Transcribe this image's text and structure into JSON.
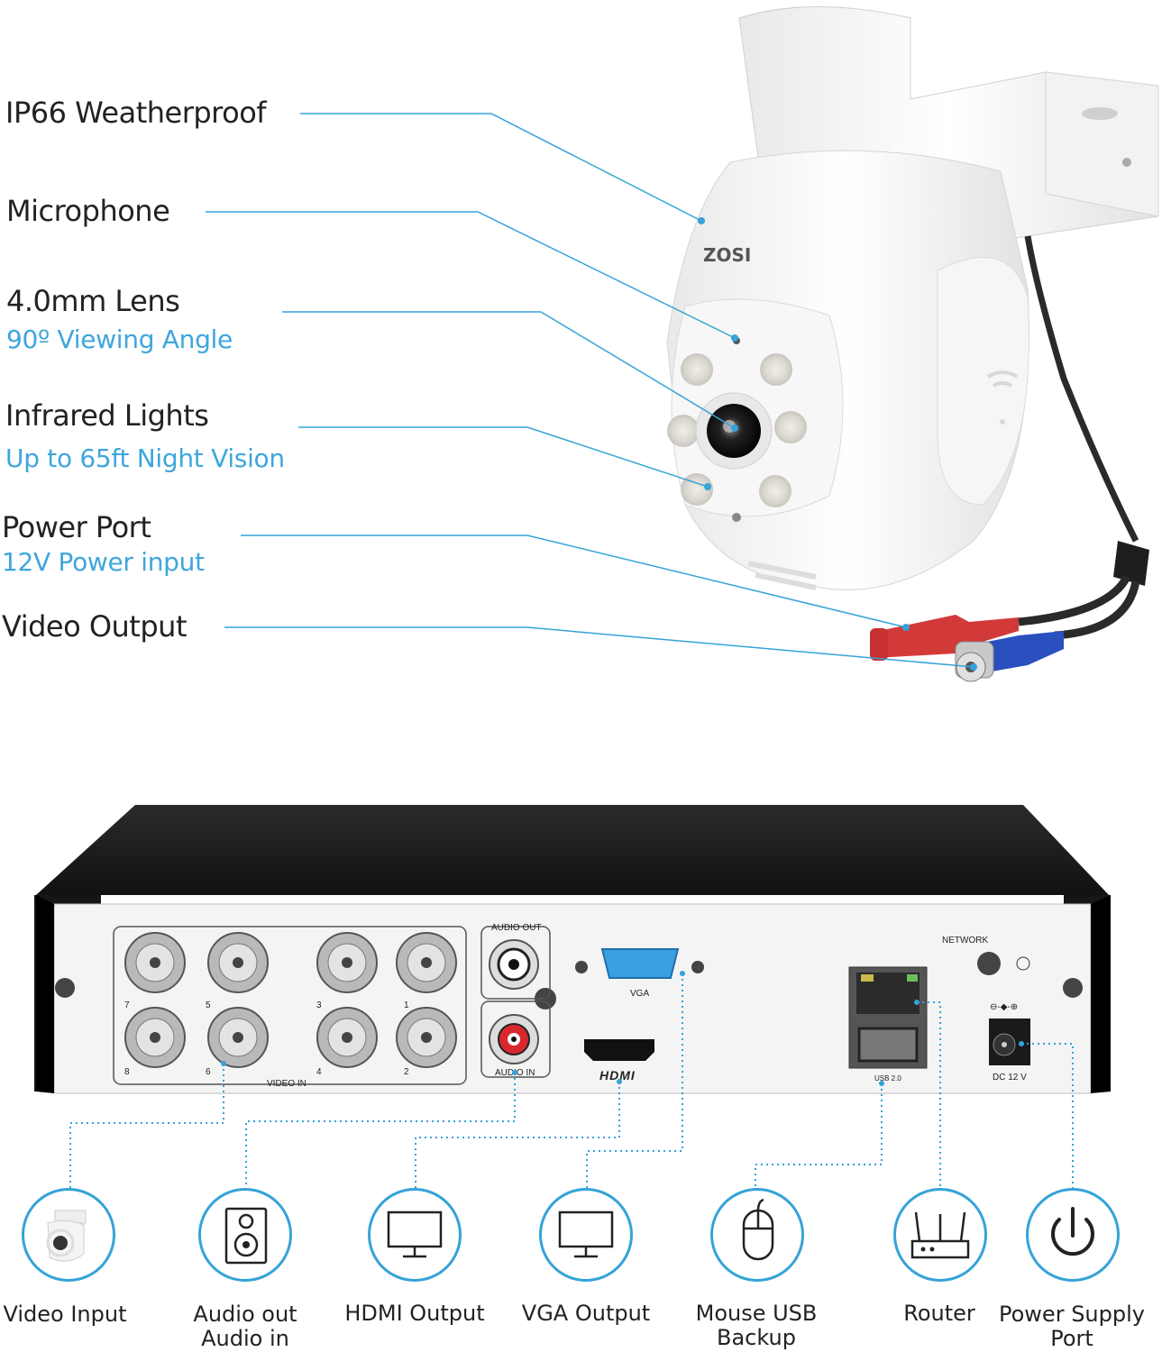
{
  "camera": {
    "brand": "ZOSI",
    "features": [
      {
        "title": "IP66 Weatherproof",
        "subtitle": ""
      },
      {
        "title": "Microphone",
        "subtitle": ""
      },
      {
        "title": "4.0mm Lens",
        "subtitle": "90º Viewing Angle"
      },
      {
        "title": "Infrared Lights",
        "subtitle": "Up to 65ft Night Vision"
      },
      {
        "title": "Power Port",
        "subtitle": "12V Power input"
      },
      {
        "title": "Video Output",
        "subtitle": ""
      }
    ]
  },
  "dvr": {
    "panel_labels": {
      "video_in": "VIDEO IN",
      "audio_out": "AUDIO OUT",
      "audio_in": "AUDIO IN",
      "vga": "VGA",
      "hdmi": "HDMI",
      "network": "NETWORK",
      "usb": "USB 2.0",
      "dc": "DC 12 V",
      "polarity": "⊖-◆-⊕"
    },
    "channel_numbers": [
      "7",
      "5",
      "3",
      "1",
      "8",
      "6",
      "4",
      "2"
    ]
  },
  "connections": [
    {
      "label_line1": "Video Input",
      "label_line2": "",
      "icon": "camera-thumbnail-icon"
    },
    {
      "label_line1": "Audio out",
      "label_line2": "Audio in",
      "icon": "speaker-icon"
    },
    {
      "label_line1": "HDMI Output",
      "label_line2": "",
      "icon": "monitor-icon"
    },
    {
      "label_line1": "VGA Output",
      "label_line2": "",
      "icon": "monitor-icon"
    },
    {
      "label_line1": "Mouse USB",
      "label_line2": "Backup",
      "icon": "mouse-icon"
    },
    {
      "label_line1": "Router",
      "label_line2": "",
      "icon": "router-icon"
    },
    {
      "label_line1": "Power Supply",
      "label_line2": "Port",
      "icon": "power-icon"
    }
  ],
  "colors": {
    "accent": "#35a3d8",
    "subtitle": "#3ea6dc",
    "dvr_body": "#1c1c1c",
    "panel": "#f4f4f4"
  }
}
